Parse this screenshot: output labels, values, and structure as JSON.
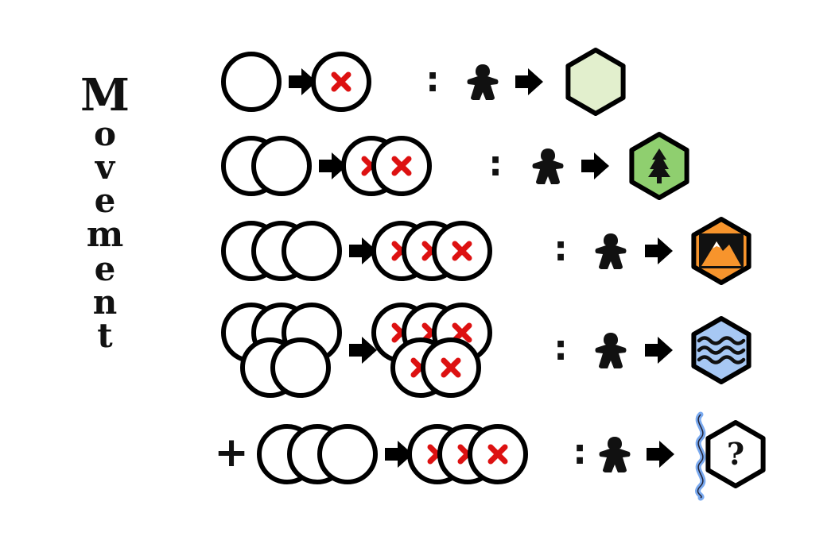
{
  "title": {
    "text": "Movement",
    "letters": [
      "M",
      "o",
      "v",
      "e",
      "m",
      "e",
      "n",
      "t"
    ]
  },
  "symbols": {
    "colon": ":",
    "plus": "+",
    "question": "?"
  },
  "icons": {
    "empty_token": "circle-icon",
    "spent_token": "red-x-circle-icon",
    "arrow": "right-arrow-icon",
    "figure": "meeple-icon",
    "river": "river-icon"
  },
  "rows": [
    {
      "cost": 1,
      "spent": 1,
      "extra": false,
      "terrain": "plain",
      "hex_fill": "#e2efcd",
      "terrain_icon": "plain-hex-icon"
    },
    {
      "cost": 2,
      "spent": 2,
      "extra": false,
      "terrain": "forest",
      "hex_fill": "#8fcf6f",
      "terrain_icon": "tree-icon"
    },
    {
      "cost": 3,
      "spent": 3,
      "extra": false,
      "terrain": "mountain",
      "hex_fill": "#f7942c",
      "terrain_icon": "mountain-icon"
    },
    {
      "cost": 5,
      "spent": 5,
      "extra": false,
      "terrain": "water",
      "hex_fill": "#a7c8f4",
      "terrain_icon": "waves-icon"
    },
    {
      "cost": 3,
      "spent": 3,
      "extra": true,
      "terrain": "unknown",
      "hex_fill": "#ffffff",
      "terrain_icon": "question-icon"
    }
  ],
  "colors": {
    "outline": "#000000",
    "x_mark": "#dd1111",
    "river": "#7aaaf0"
  }
}
